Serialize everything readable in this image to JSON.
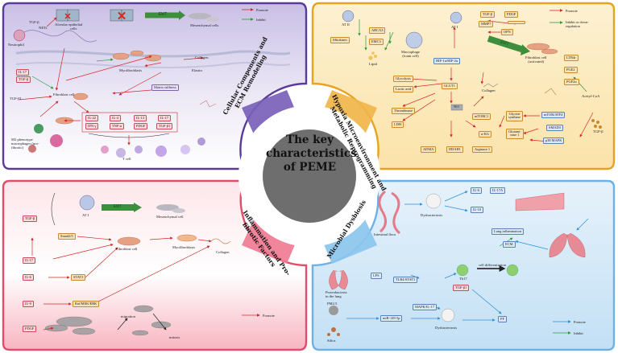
{
  "center": {
    "line1": "The key",
    "line2": "characteristics",
    "line3": "of PEME"
  },
  "quadrants": {
    "top_left_title_line1": "Cellular Components and",
    "top_left_title_line2": "ECM Remodeling",
    "top_right_title_line1": "Hypoxia Microenvironment and",
    "top_right_title_line2": "Metabolic Reprogramming",
    "bottom_left_title_line1": "Inflammation and Pro-",
    "bottom_left_title_line2": "fibrotic Factors",
    "bottom_right_title": "Microbial Dysbiosis"
  },
  "top_left": {
    "tgf_b": "TGF-β",
    "alveolar_cells_1": "Alveolar epithelial",
    "alveolar_cells_2": "cells",
    "emt": "EMT",
    "mesenchymal": "Mesenchymal cells",
    "nets": "NETs",
    "neutrophil": "Neutrophil",
    "il17": "IL-17",
    "tgf_b_2": "TGF-β",
    "myofibroblasts": "Myofibroblasts",
    "collagen": "Collagen",
    "elastin": "Elastin",
    "matrix_stiffness": "Matrix stiffness",
    "fibroblast_cell": "Fibroblast cell",
    "tgf_b1": "TGF-β1",
    "m2_1": "M2 phenotype",
    "m2_2": "macrophages (pro-",
    "m2_3": "fibrotic)",
    "t_cell": "T cell",
    "cytokines": [
      "IL-22",
      "IL-4",
      "IL-13",
      "IL-17",
      "IFN-γ",
      "TNF-α",
      "PDGF",
      "TGF-β1"
    ],
    "legend_promote": "Promote",
    "legend_inhibit": "Inhibit"
  },
  "top_right": {
    "at2": "AT II",
    "mitokines": "Mitokines",
    "abca3": "ABCA3",
    "emc3": "EMC3",
    "lipid": "Lipid",
    "macrophage_1": "Macrophage",
    "macrophage_2": "(foam cell)",
    "at1": "AT I",
    "tgf_b": "TGF-β",
    "pdgf": "PDGF",
    "mmp7": "MMP7",
    "opn": "OPN",
    "emt": "EMT",
    "fibroblast_1": "Fibroblast cell",
    "fibroblast_2": "(activated)",
    "hif": "HIF-1α/HIF-2α",
    "glycolysis": "Glycolysis",
    "lactic": "Lactic acid",
    "glut1": "GLUT1",
    "thrombin": "Thrombinase",
    "ldh": "LDH",
    "nad": "NO",
    "mtorc1": "mTORC1",
    "collagen": "Collagen",
    "akg": "α-KG",
    "glycine_1": "Glycine",
    "glycine_2": "synthase",
    "mtor_atf4": "mTOR/ATF4",
    "smad3": "SMAD3",
    "p38": "p38 MAPK",
    "glutaminase_1": "Glutami-",
    "glutaminase_2": "nase 1",
    "adma": "ADMA",
    "ddah1": "DDAH1",
    "arginase": "Arginase 1",
    "ltb4r": "LTB4r",
    "pge2": "PGE2",
    "pgf2a": "PGF2α",
    "acetyl": "Acetyl-CoA",
    "tgf_b_right": "TGF-β",
    "legend_promote": "Promote",
    "legend_inhibit_1": "Inhibit or down-",
    "legend_inhibit_2": "regulation"
  },
  "bottom_left": {
    "at1": "AT I",
    "emt": "EMT",
    "mesenchymal": "Mesenchymal cell",
    "tgf_b": "TGF-β",
    "smad": "Smad2/3",
    "fibroblast": "Fibroblast cell",
    "myofibroblasts": "Myofibroblasts",
    "collagen": "Collagen",
    "il17": "IL-17",
    "il6": "IL-6",
    "stat3": "STAT3",
    "il9": "IL-9",
    "raf": "Raf/MEK/ERK",
    "pdgf": "PDGF",
    "migration": "migration",
    "mitosis": "mitosis",
    "legend_promote": "Promote"
  },
  "bottom_right": {
    "intestinal": "Intestinal flora",
    "dysbacteriosis": "Dysbacteriosis",
    "il6": "IL-6",
    "il17a": "IL-17A",
    "il10": "IL-10",
    "lung_inflammation": "Lung inflammation",
    "ecm": "ECM",
    "proteobacteria_1": "Proteobacteria",
    "proteobacteria_2": "in the lung",
    "lps": "LPS",
    "tlr4": "TLR4/STAT3",
    "th17": "Th17",
    "cell_diff": "cell differentiation",
    "tgf_b1": "TGF-β1",
    "pm25": "PM2.5",
    "silica": "Silica",
    "mir": "miR-149-5p",
    "mapk": "MAPK/IL-17",
    "dysbacteriosis_2": "Dysbacteriosis",
    "pf": "PF",
    "legend_promote": "Promote",
    "legend_inhibit": "Inhibit"
  },
  "colors": {
    "tl_border": "#5a3b9a",
    "tr_border": "#e7a21f",
    "bl_border": "#e24d6b",
    "br_border": "#6fb1e4",
    "promote_red": "#d62828",
    "inhibit_green": "#2f9a3a",
    "promote_blue": "#2f8fd0",
    "center_gray": "#6e6e6e"
  }
}
